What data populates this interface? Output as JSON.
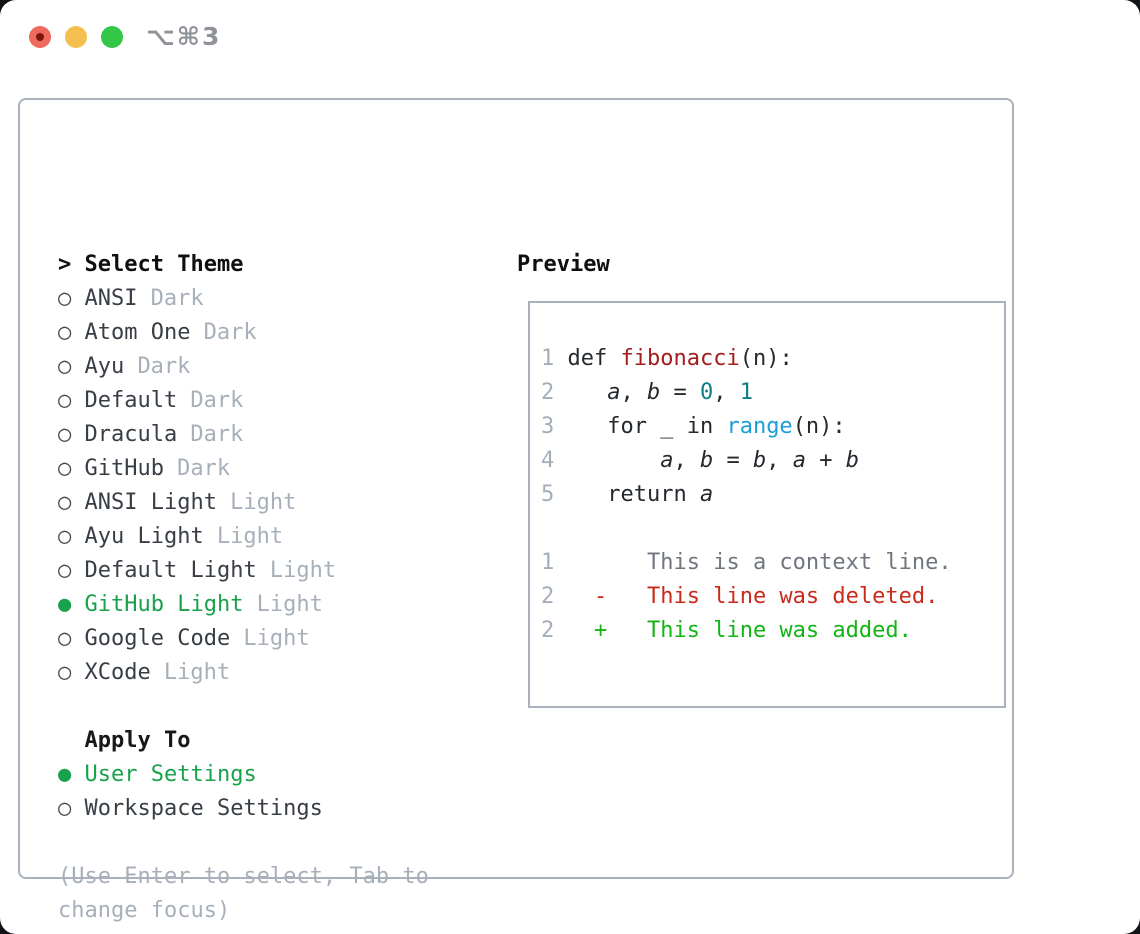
{
  "window": {
    "shortcut_label": "⌥⌘3",
    "buttons": {
      "close": "close",
      "minimize": "minimize",
      "zoom": "zoom"
    }
  },
  "colors": {
    "selected_green": "#18a24b",
    "added_green": "#15b415",
    "deleted_red": "#cb2a1b",
    "function_red": "#a31d1d",
    "number_teal": "#0e7d86",
    "builtin_blue": "#1b9fd8",
    "muted_gray": "#a7b0ba",
    "context_gray": "#70767e",
    "border_gray": "#a9b2bc",
    "traffic_red": "#ee6a5e",
    "traffic_yellow": "#f5bf4f",
    "traffic_green": "#33c748"
  },
  "theme_panel": {
    "prompt_marker": ">",
    "title": "Select Theme",
    "themes": [
      {
        "marker": "○",
        "label": "ANSI",
        "variant": "Dark",
        "selected": false
      },
      {
        "marker": "○",
        "label": "Atom One",
        "variant": "Dark",
        "selected": false
      },
      {
        "marker": "○",
        "label": "Ayu",
        "variant": "Dark",
        "selected": false
      },
      {
        "marker": "○",
        "label": "Default",
        "variant": "Dark",
        "selected": false
      },
      {
        "marker": "○",
        "label": "Dracula",
        "variant": "Dark",
        "selected": false
      },
      {
        "marker": "○",
        "label": "GitHub",
        "variant": "Dark",
        "selected": false
      },
      {
        "marker": "○",
        "label": "ANSI Light",
        "variant": "Light",
        "selected": false
      },
      {
        "marker": "○",
        "label": "Ayu Light",
        "variant": "Light",
        "selected": false
      },
      {
        "marker": "○",
        "label": "Default Light",
        "variant": "Light",
        "selected": false
      },
      {
        "marker": "●",
        "label": "GitHub Light",
        "variant": "Light",
        "selected": true
      },
      {
        "marker": "○",
        "label": "Google Code",
        "variant": "Light",
        "selected": false
      },
      {
        "marker": "○",
        "label": "XCode",
        "variant": "Light",
        "selected": false
      }
    ],
    "apply_to": {
      "title": "Apply To",
      "options": [
        {
          "marker": "●",
          "label": "User Settings",
          "selected": true
        },
        {
          "marker": "○",
          "label": "Workspace Settings",
          "selected": false
        }
      ]
    },
    "hint_line1": "(Use Enter to select, Tab to",
    "hint_line2": "change focus)"
  },
  "preview_panel": {
    "title": "Preview",
    "code": [
      {
        "num": "1",
        "t0": "def ",
        "t1": "fibonacci",
        "t2": "(n):"
      },
      {
        "num": "2",
        "t0": "   ",
        "t1": "a",
        "t2": ", ",
        "t3": "b",
        "t4": " = ",
        "t5": "0",
        "t6": ", ",
        "t7": "1"
      },
      {
        "num": "3",
        "t0": "   for _ in ",
        "t1": "range",
        "t2": "(n):"
      },
      {
        "num": "4",
        "t0": "       ",
        "t1": "a",
        "t2": ", ",
        "t3": "b",
        "t4": " = ",
        "t5": "b",
        "t6": ", ",
        "t7": "a",
        "t8": " + ",
        "t9": "b"
      },
      {
        "num": "5",
        "t0": "   return ",
        "t1": "a"
      },
      {
        "num": "",
        "t0": ""
      },
      {
        "num": "1",
        "t0": "      ",
        "t1": "This is a context line."
      },
      {
        "num": "2",
        "t0": "  ",
        "t1": "-   This line was deleted."
      },
      {
        "num": "2",
        "t0": "  ",
        "t1": "+   This line was added."
      }
    ]
  }
}
